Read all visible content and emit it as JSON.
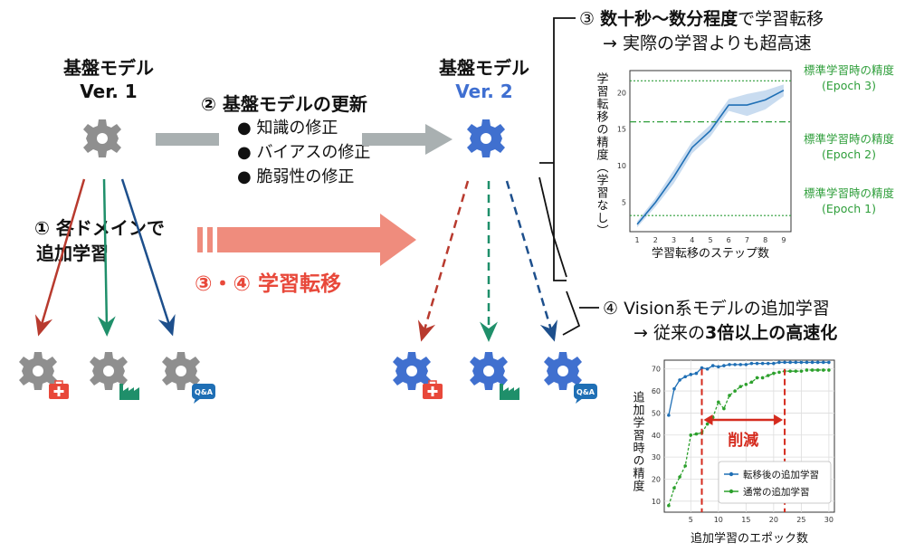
{
  "left_model": {
    "title": "基盤モデル",
    "version": "Ver. 1"
  },
  "right_model": {
    "title": "基盤モデル",
    "version": "Ver. 2"
  },
  "step2": {
    "label": "② 基盤モデルの更新",
    "bullets": [
      "知識の修正",
      "バイアスの修正",
      "脆弱性の修正"
    ]
  },
  "step1": {
    "line1": "① 各ドメインで",
    "line2": "追加学習"
  },
  "step34": {
    "label": "③・④ 学習転移"
  },
  "step3": {
    "prefix": "③ ",
    "bold": "数十秒～数分程度",
    "suffix": "で学習転移",
    "line2": "→ 実際の学習よりも超高速"
  },
  "step4": {
    "line1": "④ Vision系モデルの追加学習",
    "prefix": "→ 従来の",
    "bold": "3倍以上の高速化"
  },
  "badge_qa": "Q&A",
  "colors": {
    "gray": "#8f8f8f",
    "blue": "#4070cf",
    "red": "#b83a2e",
    "green": "#1f8f6a",
    "navy": "#1d4f8c",
    "accent": "#e8483a"
  },
  "chart_data": [
    {
      "type": "line",
      "ylabel": "学習転移の精度（学習なし）",
      "xlabel": "学習転移のステップ数",
      "x": [
        1,
        2,
        3,
        4,
        5,
        6,
        7,
        8,
        9
      ],
      "xticks": [
        1,
        2,
        3,
        4,
        5,
        6,
        7,
        8,
        9
      ],
      "yticks": [
        5,
        10,
        15,
        20
      ],
      "ylim": [
        1,
        23
      ],
      "series": [
        {
          "values": [
            2,
            5,
            8.5,
            12.5,
            14.8,
            18.3,
            18.3,
            19,
            20.3
          ]
        }
      ],
      "band_upper": [
        2.4,
        5.6,
        9.4,
        13.3,
        15.6,
        19.1,
        19.8,
        20.3,
        21.1
      ],
      "band_lower": [
        1.6,
        4.4,
        7.6,
        11.7,
        14.0,
        17.5,
        16.8,
        17.7,
        19.5
      ],
      "reference_lines": [
        {
          "value": 21.6,
          "label1": "標準学習時の精度",
          "label2": "(Epoch 3)"
        },
        {
          "value": 16.0,
          "label1": "標準学習時の精度",
          "label2": "(Epoch 2)"
        },
        {
          "value": 3.2,
          "label1": "標準学習時の精度",
          "label2": "(Epoch 1)"
        }
      ]
    },
    {
      "type": "line",
      "ylabel": "追加学習時の精度",
      "xlabel": "追加学習のエポック数",
      "x": [
        1,
        2,
        3,
        4,
        5,
        6,
        7,
        8,
        9,
        10,
        11,
        12,
        13,
        14,
        15,
        16,
        17,
        18,
        19,
        20,
        21,
        22,
        23,
        24,
        25,
        26,
        27,
        28,
        29,
        30
      ],
      "xticks": [
        5,
        10,
        15,
        20,
        25,
        30
      ],
      "yticks": [
        10,
        20,
        30,
        40,
        50,
        60,
        70
      ],
      "ylim": [
        5,
        74
      ],
      "series": [
        {
          "name": "転移後の追加学習",
          "values": [
            49,
            61,
            65,
            66.5,
            67.5,
            68,
            70.5,
            70,
            71.5,
            71,
            71.5,
            72,
            72,
            72,
            72,
            72.5,
            72.5,
            72.5,
            72.5,
            72.5,
            73,
            73,
            73,
            73,
            73,
            73,
            73,
            73,
            73,
            73
          ]
        },
        {
          "name": "通常の追加学習",
          "values": [
            8,
            16,
            21,
            26,
            40,
            40.5,
            41,
            45,
            48,
            55,
            52,
            58,
            60,
            62,
            63,
            64,
            66,
            66,
            67,
            68,
            68.5,
            69,
            69,
            69,
            69,
            69.5,
            69.5,
            69.5,
            69.5,
            69.5
          ]
        }
      ],
      "series_colors": [
        "#1f6fb5",
        "#2ca02c"
      ],
      "markers": [
        7,
        22
      ],
      "annotation": "削減",
      "legend": "bottom-right"
    }
  ]
}
